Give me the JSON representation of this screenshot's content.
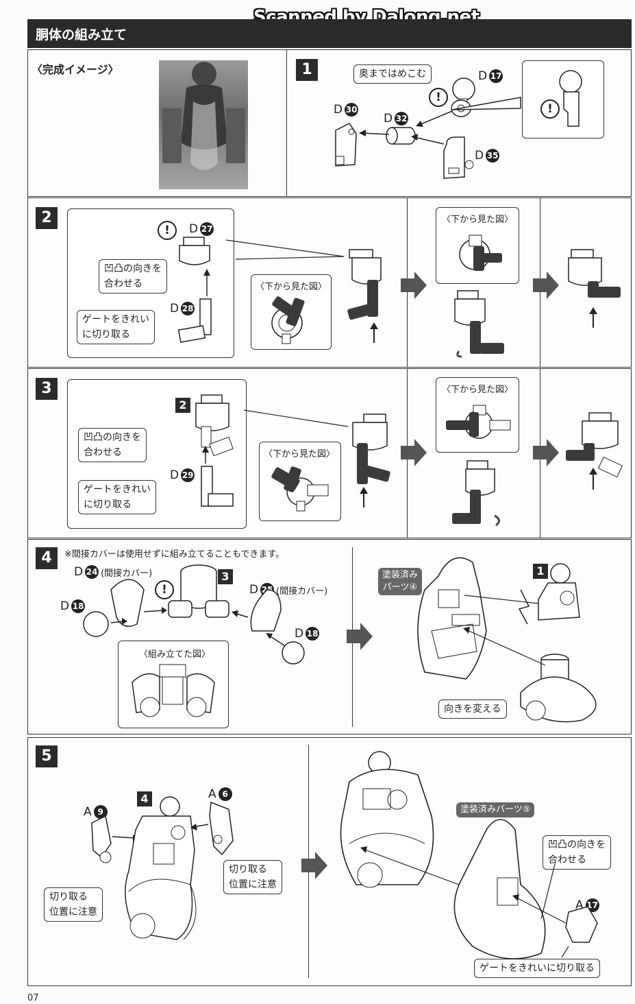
{
  "watermark": "Scanned by Dalong.net",
  "section_title": "胴体の組み立て",
  "completed_image_label": "〈完成イメージ〉",
  "steps": [
    "1",
    "2",
    "3",
    "4",
    "5"
  ],
  "step1": {
    "callout": "奥まではめこむ",
    "parts": [
      {
        "letter": "D",
        "num": "17"
      },
      {
        "letter": "D",
        "num": "30"
      },
      {
        "letter": "D",
        "num": "32"
      },
      {
        "letter": "D",
        "num": "35"
      }
    ]
  },
  "step2": {
    "part_a": {
      "letter": "D",
      "num": "27"
    },
    "part_b": {
      "letter": "D",
      "num": "28"
    },
    "callout_align": "凹凸の向きを\n合わせる",
    "callout_gate": "ゲートをきれい\nに切り取る",
    "bottom_view": "〈下から見た図〉",
    "bottom_view2": "〈下から見た図〉"
  },
  "step3": {
    "ref_step": "2",
    "part": {
      "letter": "D",
      "num": "29"
    },
    "callout_align": "凹凸の向きを\n合わせる",
    "callout_gate": "ゲートをきれい\nに切り取る",
    "bottom_view": "〈下から見た図〉",
    "bottom_view2": "〈下から見た図〉"
  },
  "step4": {
    "note": "※間接カバーは使用せずに組み立てることもできます。",
    "part_cover_l": {
      "letter": "D",
      "num": "24",
      "note": "(間接カバー)"
    },
    "part_cover_r": {
      "letter": "D",
      "num": "25",
      "note": "(間接カバー)"
    },
    "part_ball_l": {
      "letter": "D",
      "num": "18"
    },
    "part_ball_r": {
      "letter": "D",
      "num": "18"
    },
    "ref_step": "3",
    "assembled_view": "〈組み立てた図〉",
    "painted_tag": "塗装済み\nパーツ④",
    "ref_step_right": "1",
    "callout_turn": "向きを変える"
  },
  "step5": {
    "ref_step": "4",
    "part_a9": {
      "letter": "A",
      "num": "9"
    },
    "part_a6": {
      "letter": "A",
      "num": "6"
    },
    "callout_cut_l": "切り取る\n位置に注意",
    "callout_cut_r": "切り取る\n位置に注意",
    "painted_tag": "塗装済みパーツ⑤",
    "callout_align": "凹凸の向きを\n合わせる",
    "part_a17": {
      "letter": "A",
      "num": "17"
    },
    "callout_gate": "ゲートをきれいに切り取る"
  },
  "page_number": "07"
}
